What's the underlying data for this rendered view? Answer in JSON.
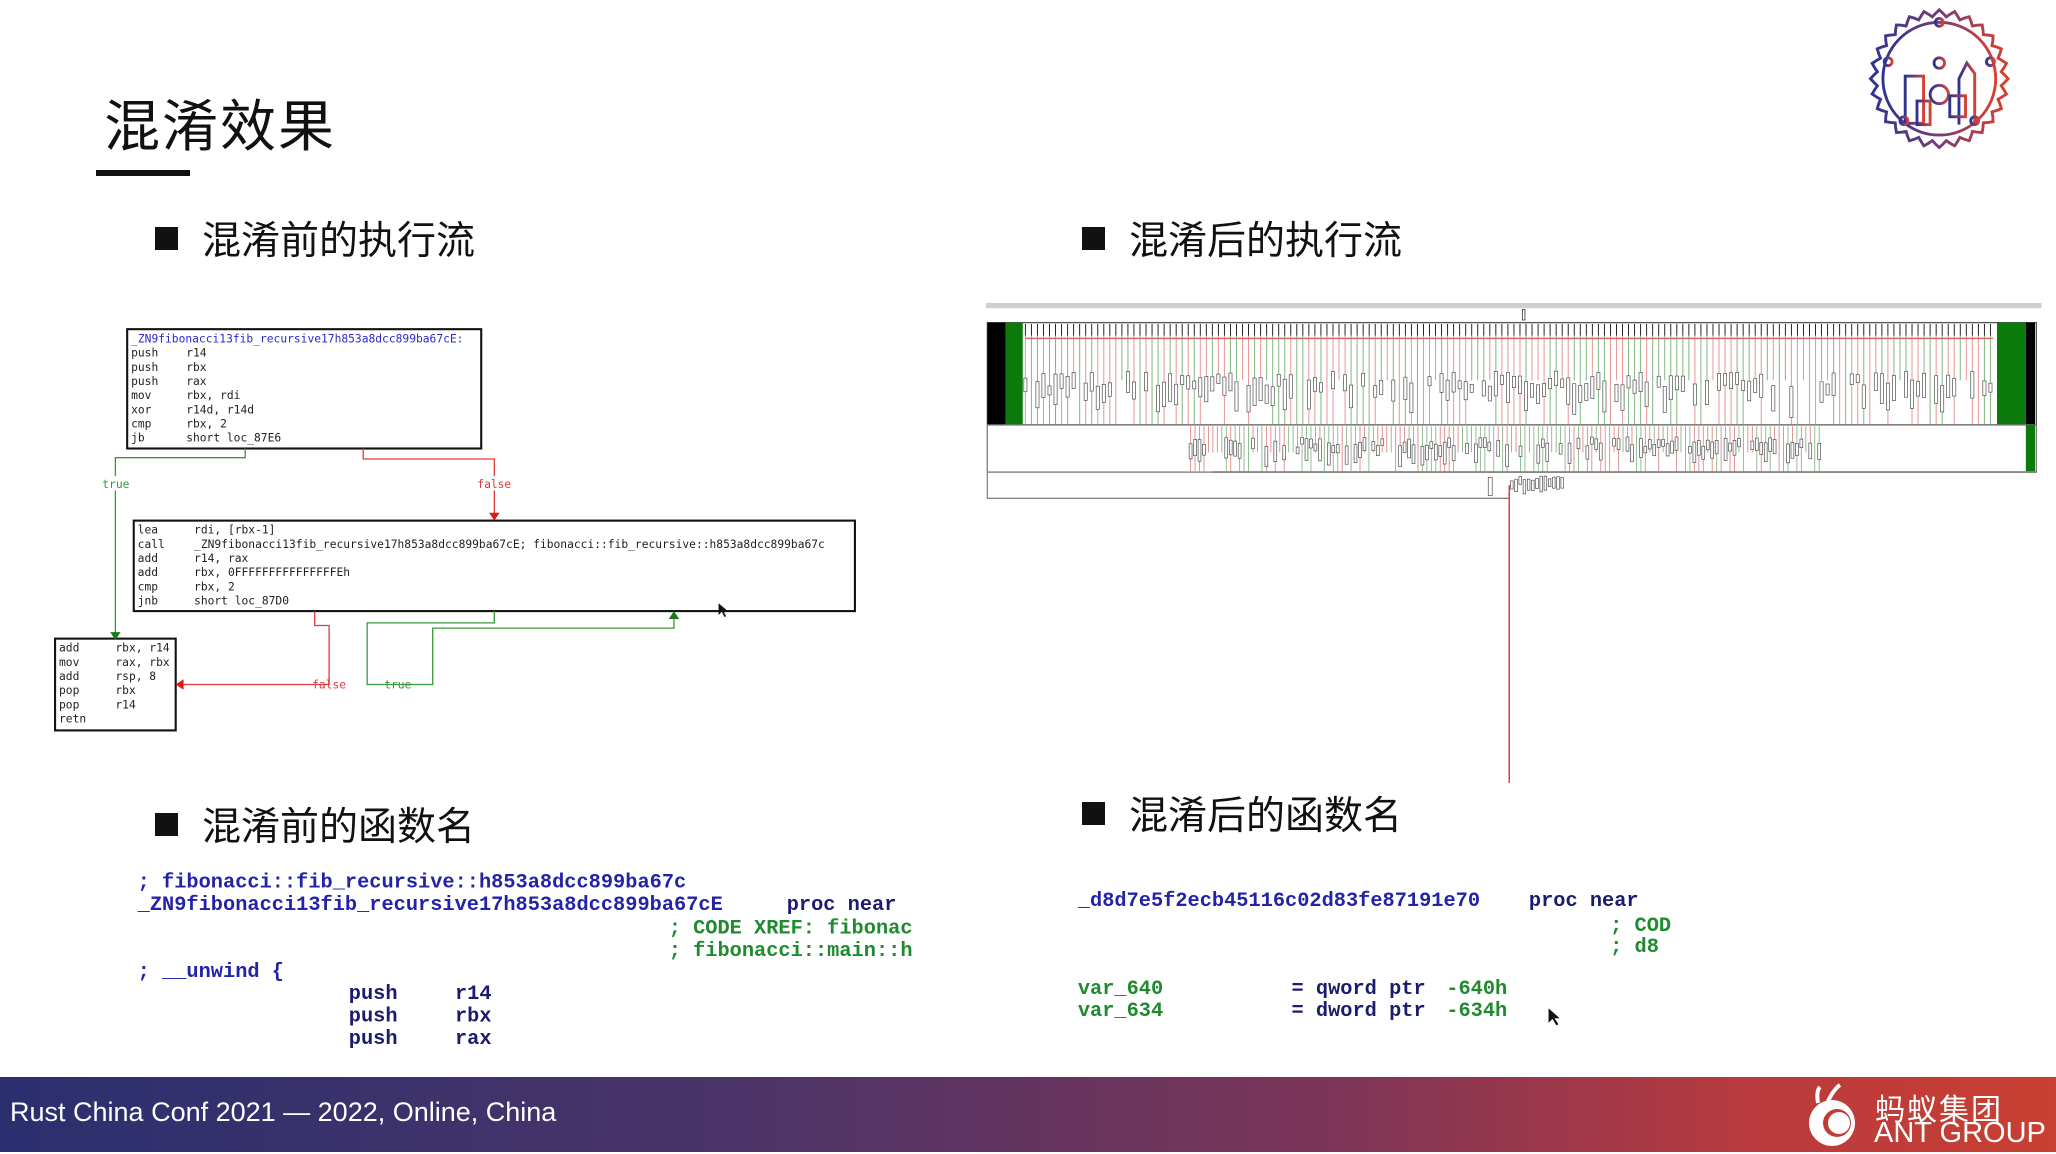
{
  "slide": {
    "title": "混淆效果"
  },
  "sections": {
    "before_flow": "混淆前的执行流",
    "after_flow": "混淆后的执行流",
    "before_name": "混淆前的函数名",
    "after_name": "混淆后的函数名"
  },
  "flow_graph": {
    "block1": {
      "label": "_ZN9fibonacci13fib_recursive17h853a8dcc899ba67cE:",
      "lines": [
        [
          "push",
          "r14"
        ],
        [
          "push",
          "rbx"
        ],
        [
          "push",
          "rax"
        ],
        [
          "mov",
          "rbx, rdi"
        ],
        [
          "xor",
          "r14d, r14d"
        ],
        [
          "cmp",
          "rbx, 2"
        ],
        [
          "jb",
          "short loc_87E6"
        ]
      ]
    },
    "block2": {
      "lines": [
        [
          "lea",
          "rdi, [rbx-1]"
        ],
        [
          "call",
          "_ZN9fibonacci13fib_recursive17h853a8dcc899ba67cE; fibonacci::fib_recursive::h853a8dcc899ba67c"
        ],
        [
          "add",
          "r14, rax"
        ],
        [
          "add",
          "rbx, 0FFFFFFFFFFFFFFFEh"
        ],
        [
          "cmp",
          "rbx, 2"
        ],
        [
          "jnb",
          "short loc_87D0"
        ]
      ]
    },
    "block3": {
      "lines": [
        [
          "add",
          "rbx, r14"
        ],
        [
          "mov",
          "rax, rbx"
        ],
        [
          "add",
          "rsp, 8"
        ],
        [
          "pop",
          "rbx"
        ],
        [
          "pop",
          "r14"
        ],
        [
          "retn",
          ""
        ]
      ]
    },
    "edge_labels": {
      "true": "true",
      "false": "false"
    }
  },
  "code_before": {
    "comment": "; fibonacci::fib_recursive::h853a8dcc899ba67c",
    "proc_name": "_ZN9fibonacci13fib_recursive17h853a8dcc899ba67cE",
    "proc_kw": "proc near",
    "xref1": "; CODE XREF: fibonac",
    "xref2": "; fibonacci::main::h",
    "unwind": "; __unwind {",
    "instructions": [
      [
        "push",
        "r14"
      ],
      [
        "push",
        "rbx"
      ],
      [
        "push",
        "rax"
      ]
    ]
  },
  "code_after": {
    "proc_name": "_d8d7e5f2ecb45116c02d83fe87191e70",
    "proc_kw": "proc near",
    "xref1": "; COD",
    "xref2": ";  d8",
    "vars": [
      {
        "name": "var_640",
        "type": "= qword ptr",
        "offset": "-640h"
      },
      {
        "name": "var_634",
        "type": "= dword ptr",
        "offset": "-634h"
      }
    ]
  },
  "footer": {
    "conference": "Rust China Conf 2021 — 2022, Online, China",
    "brand_cn": "蚂蚁集团",
    "brand_en": "ANT GROUP"
  },
  "colors": {
    "code_blue": "#2323a8",
    "code_green": "#1f8a2e",
    "code_navy": "#1c1c6e",
    "edge_true": "#3a9a3a",
    "edge_false": "#e03a3a"
  }
}
